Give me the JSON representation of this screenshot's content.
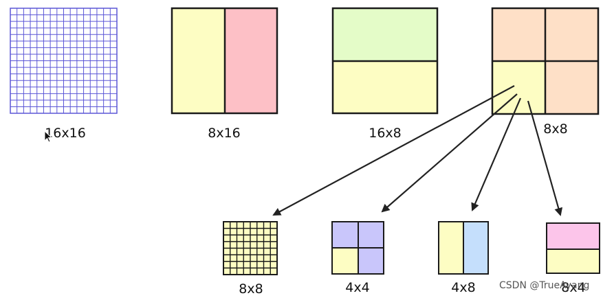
{
  "colors": {
    "outline": "#1a1a1a",
    "grid16": "#5a55d6",
    "yellow": "#fdfdc3",
    "pink": "#fdc0c6",
    "green": "#e4fcc8",
    "peach": "#fee0c7",
    "lavender": "#c9c6fb",
    "light_blue": "#c5dffc",
    "magenta": "#fcc5ea",
    "arrow": "#222222"
  },
  "partitions": {
    "p16x16": {
      "label": "16x16"
    },
    "p8x16": {
      "label": "8x16"
    },
    "p16x8": {
      "label": "16x8"
    },
    "p8x8": {
      "label": "8x8"
    }
  },
  "sub_partitions": {
    "s8x8": {
      "label": "8x8"
    },
    "s4x4": {
      "label": "4x4"
    },
    "s4x8": {
      "label": "4x8"
    },
    "s8x4": {
      "label": "8x4"
    }
  },
  "watermark": "CSDN @TrueAyang",
  "icons": {
    "cursor": "mouse-pointer-icon"
  }
}
